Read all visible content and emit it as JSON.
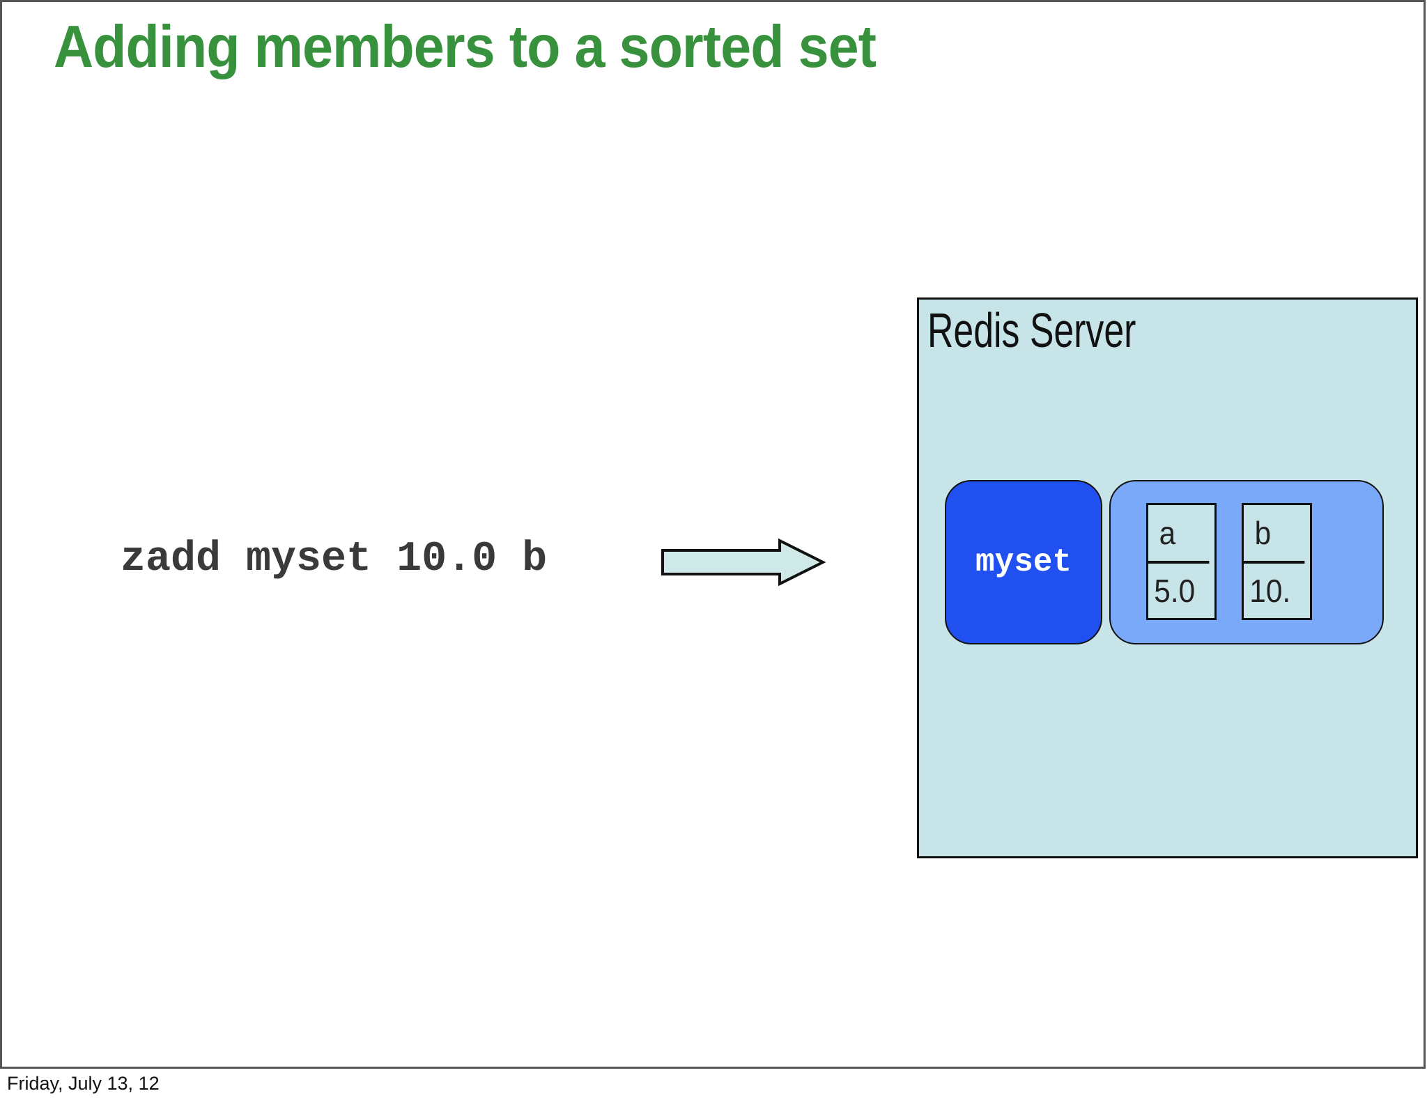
{
  "slide": {
    "title": "Adding members to a sorted set",
    "command": "zadd myset 10.0 b",
    "footer": "Friday, July 13, 12"
  },
  "server": {
    "label": "Redis Server",
    "key": "myset",
    "members": [
      {
        "member": "a",
        "score": "5.0"
      },
      {
        "member": "b",
        "score": "10."
      }
    ]
  },
  "icons": {
    "arrow": "right-arrow"
  },
  "colors": {
    "title": "#37913d",
    "command_text": "#3a3a3a",
    "arrow_fill": "#cfe9e8",
    "server_bg": "#c7e4e8",
    "server_border": "#111111",
    "key_bg": "#2150f0",
    "key_text": "#ffffff",
    "member_bg": "#79a9f8",
    "cell_bg": "#c7e4e8",
    "slide_border": "#555555"
  }
}
